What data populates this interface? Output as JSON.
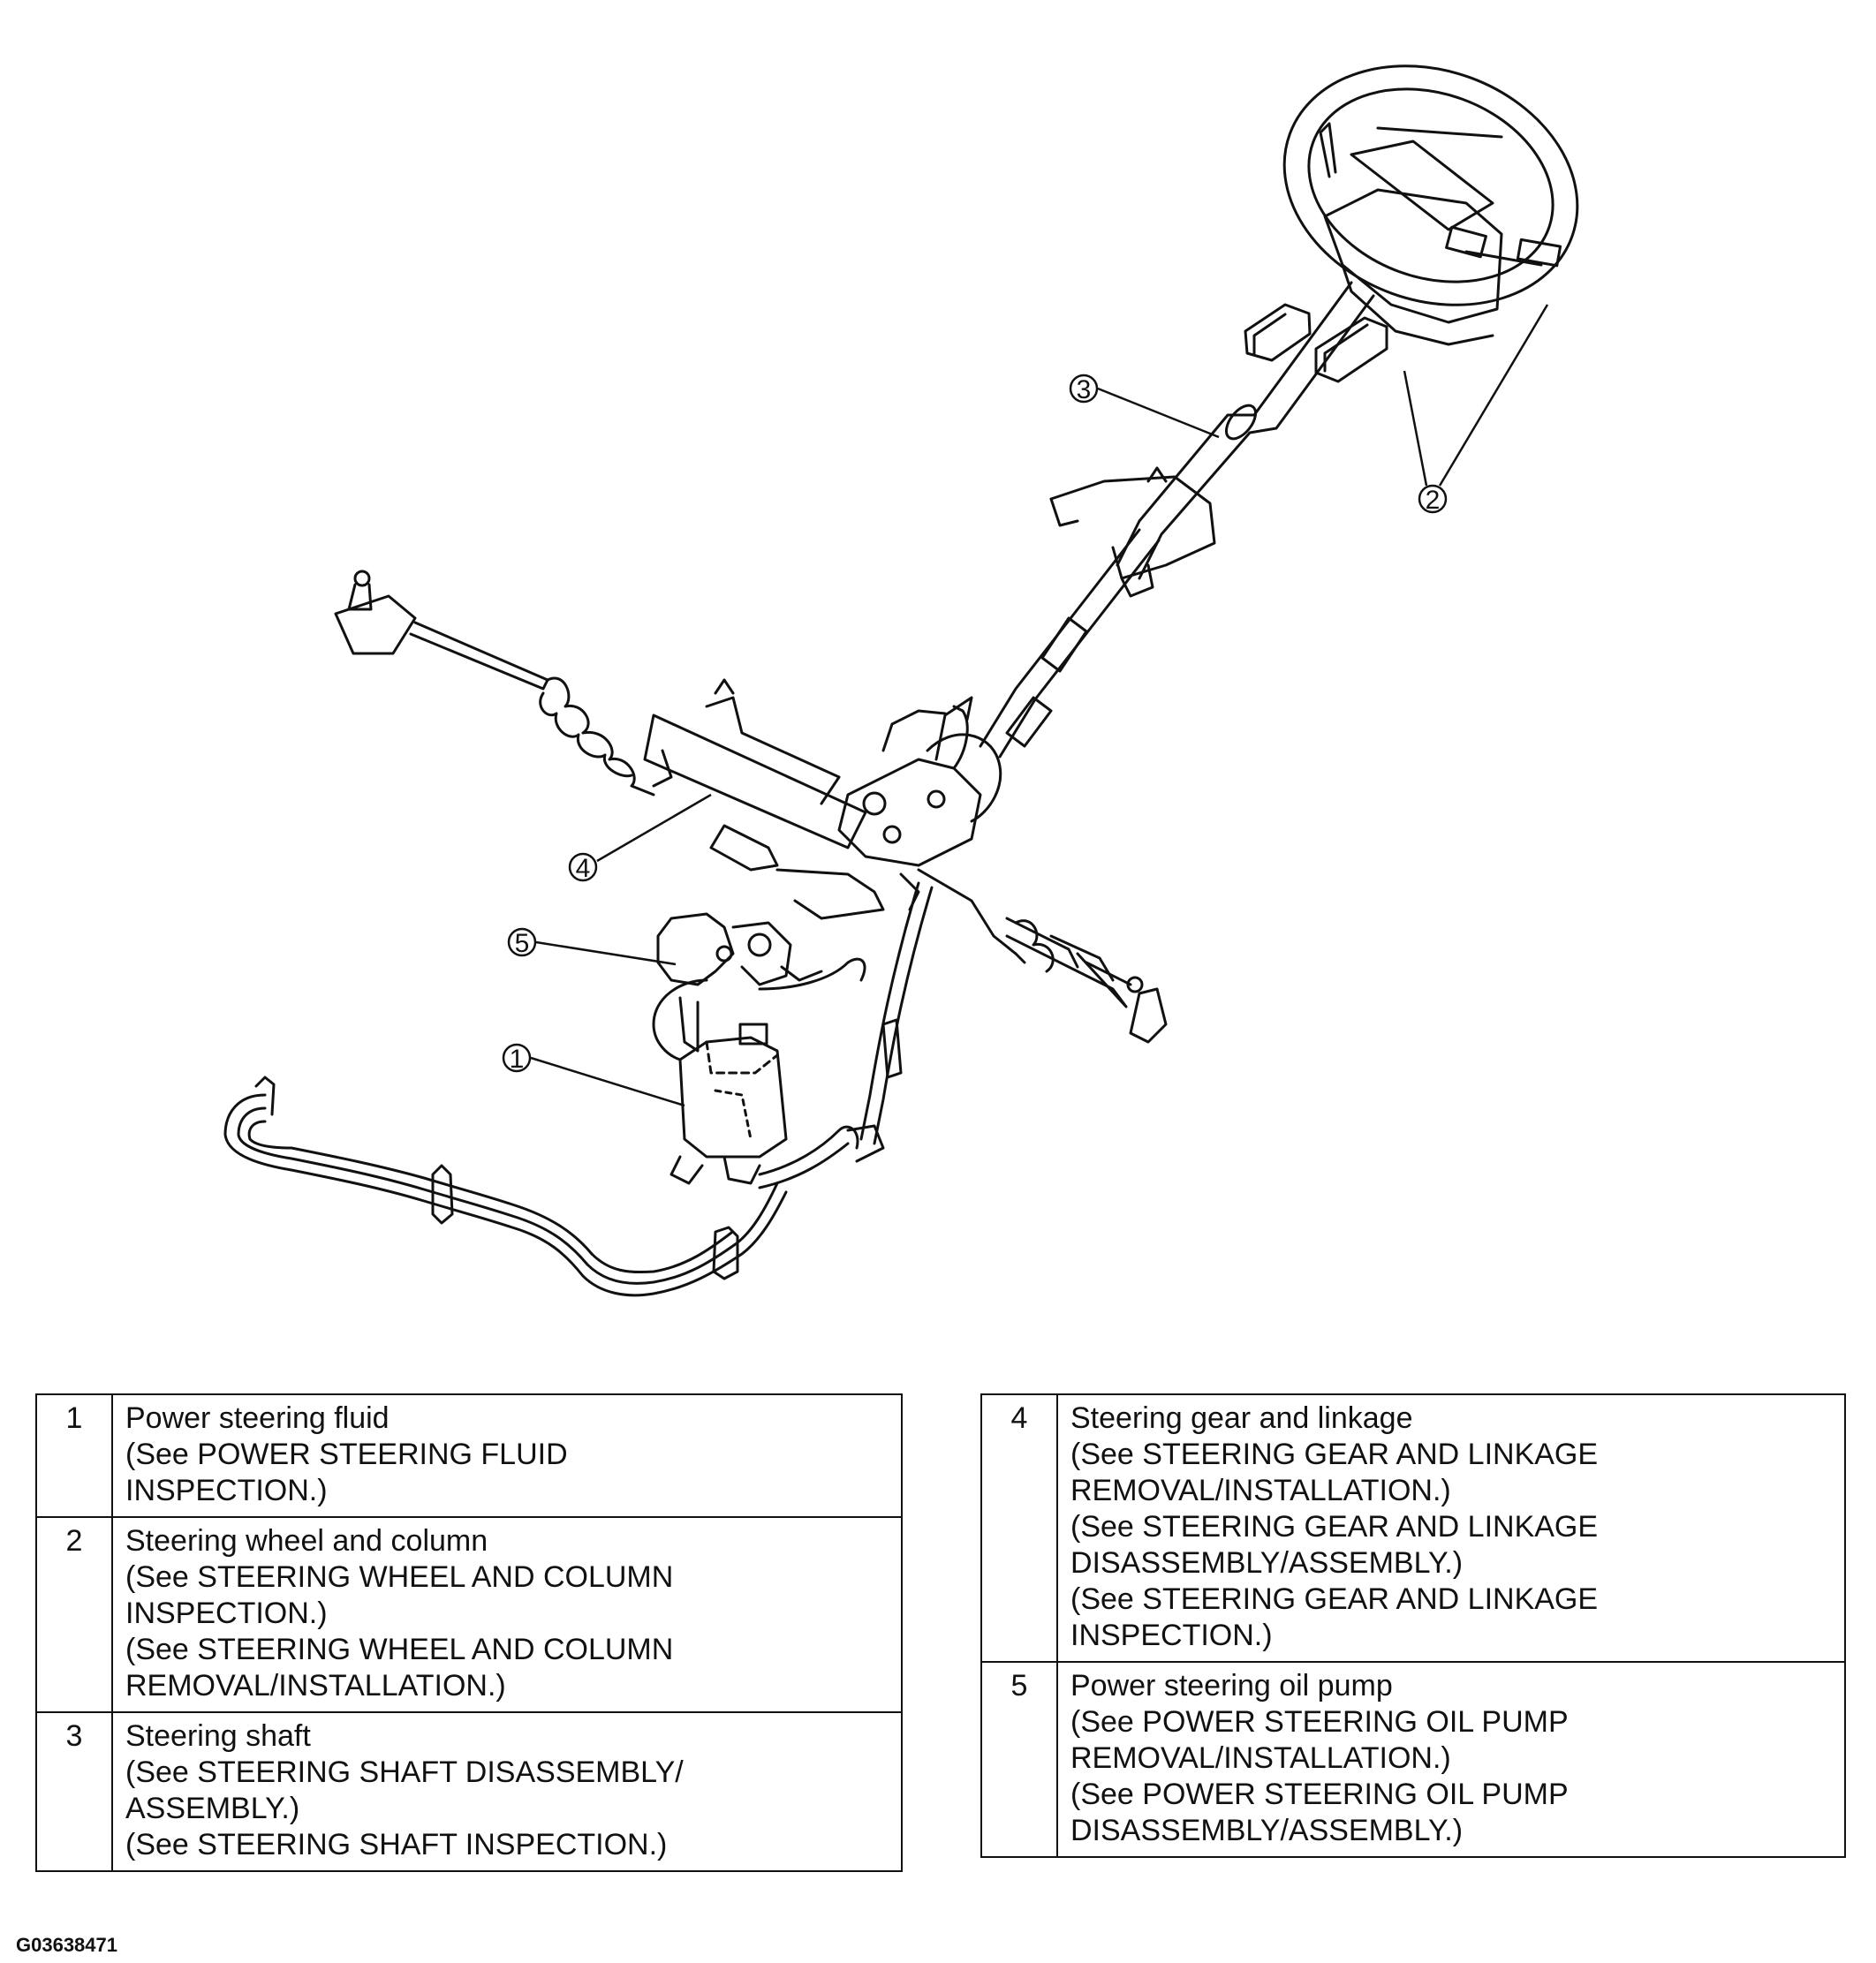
{
  "diagram": {
    "callouts": [
      {
        "id": "callout-1",
        "number": "1"
      },
      {
        "id": "callout-2",
        "number": "2"
      },
      {
        "id": "callout-3",
        "number": "3"
      },
      {
        "id": "callout-4",
        "number": "4"
      },
      {
        "id": "callout-5",
        "number": "5"
      }
    ]
  },
  "parts_table_left": [
    {
      "number": "1",
      "lines": [
        "Power steering fluid",
        "(See POWER STEERING FLUID",
        "INSPECTION.)"
      ]
    },
    {
      "number": "2",
      "lines": [
        "Steering wheel and column",
        "(See  STEERING WHEEL AND COLUMN",
        "INSPECTION.)",
        "(See STEERING WHEEL AND COLUMN",
        "REMOVAL/INSTALLATION.)"
      ]
    },
    {
      "number": "3",
      "lines": [
        "Steering shaft",
        "(See STEERING SHAFT DISASSEMBLY/",
        "ASSEMBLY.)",
        "(See  STEERING SHAFT INSPECTION.)"
      ]
    }
  ],
  "parts_table_right": [
    {
      "number": "4",
      "lines": [
        "Steering gear and linkage",
        "(See STEERING GEAR AND LINKAGE",
        "REMOVAL/INSTALLATION.)",
        "(See STEERING GEAR AND LINKAGE",
        "DISASSEMBLY/ASSEMBLY.)",
        "(See STEERING GEAR AND LINKAGE",
        "INSPECTION.)"
      ]
    },
    {
      "number": "5",
      "lines": [
        "Power steering oil pump",
        "(See POWER STEERING OIL PUMP",
        "REMOVAL/INSTALLATION.)",
        "(See  POWER STEERING OIL PUMP",
        "DISASSEMBLY/ASSEMBLY.)"
      ]
    }
  ],
  "figure_code": "G03638471"
}
